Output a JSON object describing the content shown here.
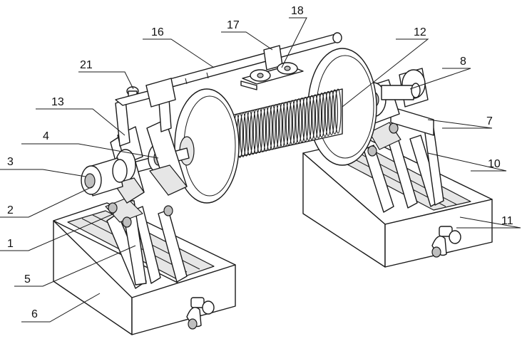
{
  "labels": {
    "l1": "1",
    "l2": "2",
    "l3": "3",
    "l4": "4",
    "l5": "5",
    "l6": "6",
    "l7": "7",
    "l8": "8",
    "l10": "10",
    "l11": "11",
    "l12": "12",
    "l13": "13",
    "l16": "16",
    "l17": "17",
    "l18": "18",
    "l21": "21"
  }
}
